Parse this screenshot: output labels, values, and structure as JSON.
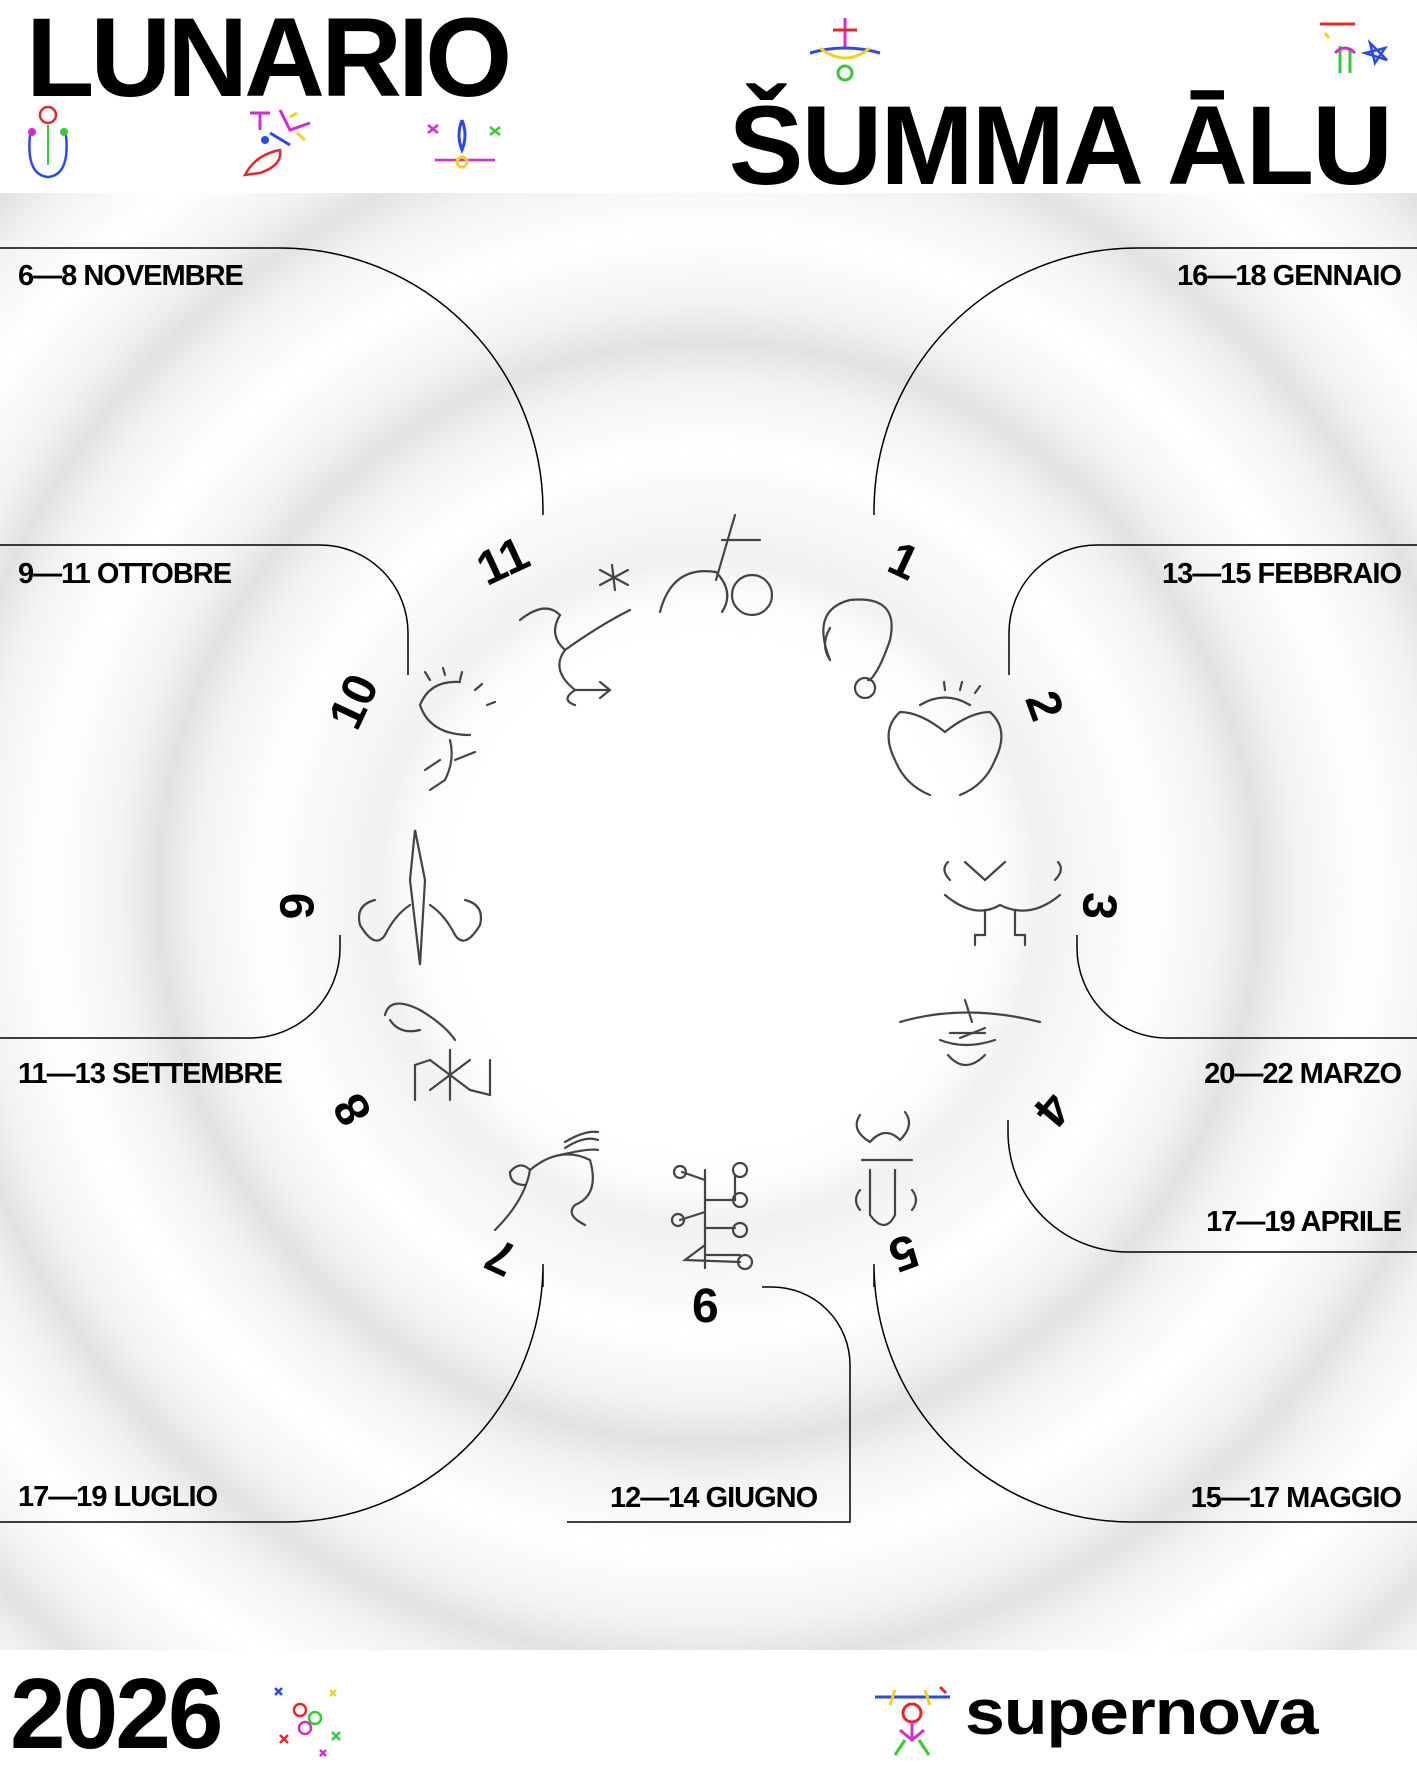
{
  "header": {
    "title_left": "LUNARIO",
    "title_right": "ŠUMMA ĀLU"
  },
  "footer": {
    "year": "2026",
    "brand": "supernova"
  },
  "dates": {
    "nov": "6—8 NOVEMBRE",
    "oct": "9—11 OTTOBRE",
    "sep": "11—13 SETTEMBRE",
    "jul": "17—19 LUGLIO",
    "jun": "12—14 GIUGNO",
    "may": "15—17 MAGGIO",
    "apr": "17—19 APRILE",
    "mar": "20—22 MARZO",
    "feb": "13—15 FEBBRAIO",
    "jan": "16—18 GENNAIO"
  },
  "numbers": {
    "n1": "1",
    "n2": "2",
    "n3": "3",
    "n4": "4",
    "n5": "5",
    "n6": "6",
    "n7": "7",
    "n8": "8",
    "n9": "9",
    "n10": "10",
    "n11": "11"
  },
  "icons": [
    "crescent-moon-glyph-icon",
    "serpent-glyph-icon",
    "spider-glyph-icon",
    "bull-glyph-icon",
    "crown-glyph-icon",
    "figure-glyph-icon",
    "tree-glyph-icon",
    "goat-glyph-icon",
    "scorpion-glyph-icon",
    "twin-glyph-icon",
    "sun-glyph-icon",
    "star-glyph-icon"
  ],
  "colors": {
    "text": "#000000",
    "background": "#ffffff",
    "deco_red": "#e8262a",
    "deco_blue": "#2a49e8",
    "deco_green": "#33cc33",
    "deco_magenta": "#d62ad0",
    "deco_yellow": "#f2d21c"
  }
}
